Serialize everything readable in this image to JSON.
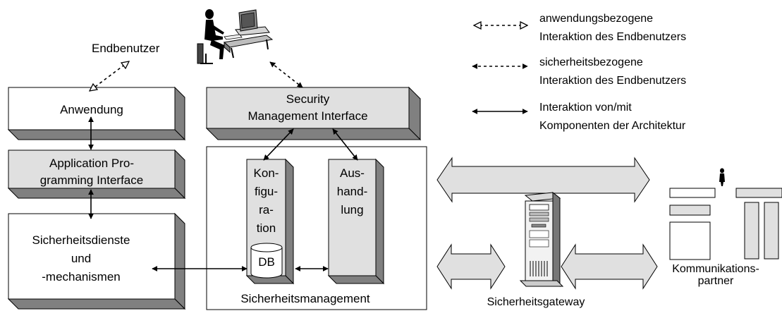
{
  "legend": {
    "app_line1": "anwendungsbezogene",
    "app_line2": "Interaktion des Endbenutzers",
    "sec_line1": "sicherheitsbezogene",
    "sec_line2": "Interaktion des Endbenutzers",
    "comp_line1": "Interaktion von/mit",
    "comp_line2": "Komponenten der Architektur"
  },
  "labels": {
    "endbenutzer": "Endbenutzer",
    "anwendung": "Anwendung",
    "api_line1": "Application Pro-",
    "api_line2": "gramming Interface",
    "sd_line1": "Sicherheitsdienste",
    "sd_line2": "und",
    "sd_line3": "-mechanismen",
    "smi_line1": "Security",
    "smi_line2": "Management Interface",
    "konf_1": "Kon-",
    "konf_2": "figu-",
    "konf_3": "ra-",
    "konf_4": "tion",
    "db": "DB",
    "aus_1": "Aus-",
    "aus_2": "hand-",
    "aus_3": "lung",
    "sicherheitsmanagement": "Sicherheitsmanagement",
    "gateway": "Sicherheitsgateway",
    "partner_line1": "Kommunikations-",
    "partner_line2": "partner"
  },
  "colors": {
    "box_fill": "#ffffff",
    "grey_fill": "#e0e0e0",
    "shadow": "#808080",
    "line": "#000000"
  }
}
